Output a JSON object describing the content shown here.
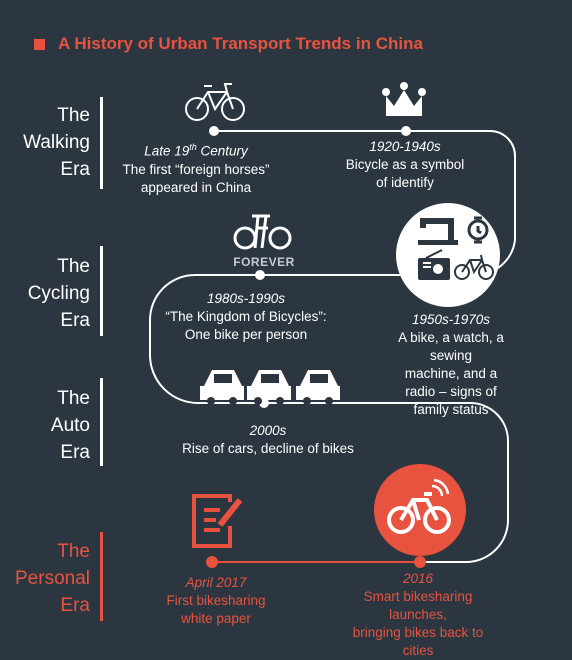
{
  "title": "A History of Urban Transport Trends in China",
  "colors": {
    "background": "#2b3640",
    "accent": "#e8533f",
    "line": "#ffffff"
  },
  "eras": [
    {
      "label": "The\nWalking\nEra"
    },
    {
      "label": "The\nCycling\nEra"
    },
    {
      "label": "The\nAuto\nEra"
    },
    {
      "label": "The\nPersonal\nEra"
    }
  ],
  "milestones": [
    {
      "date": "Late 19th Century",
      "date_main": "Late 19",
      "date_sup": "th",
      "date_rest": " Century",
      "desc": "The first “foreign horses”\nappeared in China",
      "icon": "bicycle-icon"
    },
    {
      "date": "1920-1940s",
      "desc": "Bicycle as a symbol\nof identify",
      "icon": "crown-icon"
    },
    {
      "date": "1950s-1970s",
      "desc": "A bike, a watch, a sewing\nmachine, and a radio – signs of\nfamily status",
      "icons": [
        "sewing-machine-icon",
        "watch-icon",
        "radio-icon",
        "bicycle-icon"
      ]
    },
    {
      "date": "1980s-1990s",
      "desc": "“The Kingdom of Bicycles”:\nOne bike per person",
      "icon": "forever-bicycle-logo",
      "logo_text": "FOREVER"
    },
    {
      "date": "2000s",
      "desc": "Rise of cars, decline of bikes",
      "icon": "car-icon"
    },
    {
      "date": "April 2017",
      "desc": "First bikesharing\nwhite paper",
      "icon": "document-edit-icon"
    },
    {
      "date": "2016",
      "desc": "Smart bikesharing launches,\nbringing bikes back to cities",
      "icon": "smart-bike-icon"
    }
  ]
}
